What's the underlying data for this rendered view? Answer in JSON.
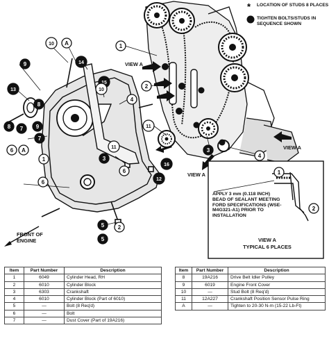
{
  "legend": {
    "studs_symbol": "*",
    "studs_text": "LOCATION OF STUDS 8 PLACES",
    "tighten_text": "TIGHTEN BOLTS/STUDS IN SEQUENCE SHOWN"
  },
  "view_a_label": "VIEW A",
  "front_of_engine_label": "FRONT OF ENGINE",
  "detail": {
    "note": "APPLY 3 mm (0.118 INCH) BEAD OF SEALANT MEETING FORD SPECIFICATIONS (WSE-M4G321-A1) PRIOR TO INSTALLATION",
    "title": "VIEW A",
    "subtitle": "TYPICAL 6 PLACES",
    "callout_1": "1",
    "callout_2": "2"
  },
  "callouts": [
    "1",
    "2",
    "3",
    "4",
    "5",
    "6",
    "7",
    "8",
    "9",
    "10",
    "11",
    "12",
    "13",
    "14",
    "15",
    "16",
    "A"
  ],
  "parts_table": {
    "headers": {
      "item": "Item",
      "part_number": "Part Number",
      "description": "Description"
    },
    "left_rows": [
      {
        "item": "1",
        "part": "6049",
        "desc": "Cylinder Head, RH"
      },
      {
        "item": "2",
        "part": "6010",
        "desc": "Cylinder Block"
      },
      {
        "item": "3",
        "part": "6303",
        "desc": "Crankshaft"
      },
      {
        "item": "4",
        "part": "6010",
        "desc": "Cylinder Block (Part of 6010)"
      },
      {
        "item": "5",
        "part": "—",
        "desc": "Bolt (8 Req'd)"
      },
      {
        "item": "6",
        "part": "—",
        "desc": "Bolt"
      },
      {
        "item": "7",
        "part": "—",
        "desc": "Dust Cover (Part of 19A216)"
      }
    ],
    "right_rows": [
      {
        "item": "8",
        "part": "19A216",
        "desc": "Drive Belt Idler Pulley"
      },
      {
        "item": "9",
        "part": "6019",
        "desc": "Engine Front Cover"
      },
      {
        "item": "10",
        "part": "—",
        "desc": "Stud Bolt (8 Req'd)"
      },
      {
        "item": "11",
        "part": "12A227",
        "desc": "Crankshaft Position Sensor Pulse Ring"
      },
      {
        "item": "A",
        "part": "—",
        "desc": "Tighten to 20-30 N-m (15-22 Lb-Ft)"
      }
    ]
  }
}
